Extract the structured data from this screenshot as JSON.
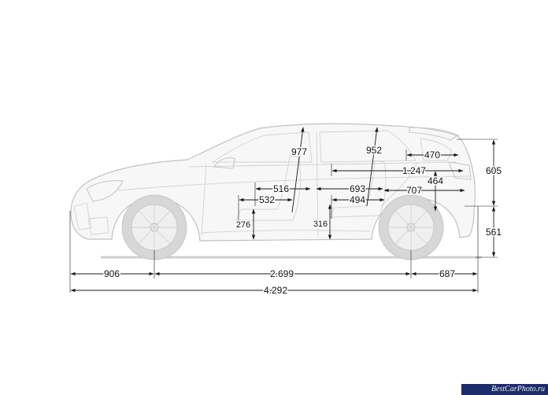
{
  "dimensions": {
    "front_overhang": "906",
    "wheelbase": "2.699",
    "rear_overhang": "687",
    "overall_length": "4.292",
    "front_headroom": "977",
    "rear_headroom": "952",
    "front_seat_travel_a": "516",
    "front_seat_travel_b": "532",
    "rear_legroom_a": "693",
    "rear_legroom_b": "494",
    "front_seat_height": "276",
    "rear_seat_height": "316",
    "boot_length_top": "470",
    "load_length": "1.247",
    "boot_length_floor": "707",
    "boot_height": "464",
    "upper_height": "605",
    "lower_height": "561"
  },
  "watermark": "BestCarPhoto.ru",
  "colors": {
    "outline": "#c9c9c9",
    "dimension_line": "#1a1a1a",
    "watermark_bg": "#1d2c6b"
  }
}
